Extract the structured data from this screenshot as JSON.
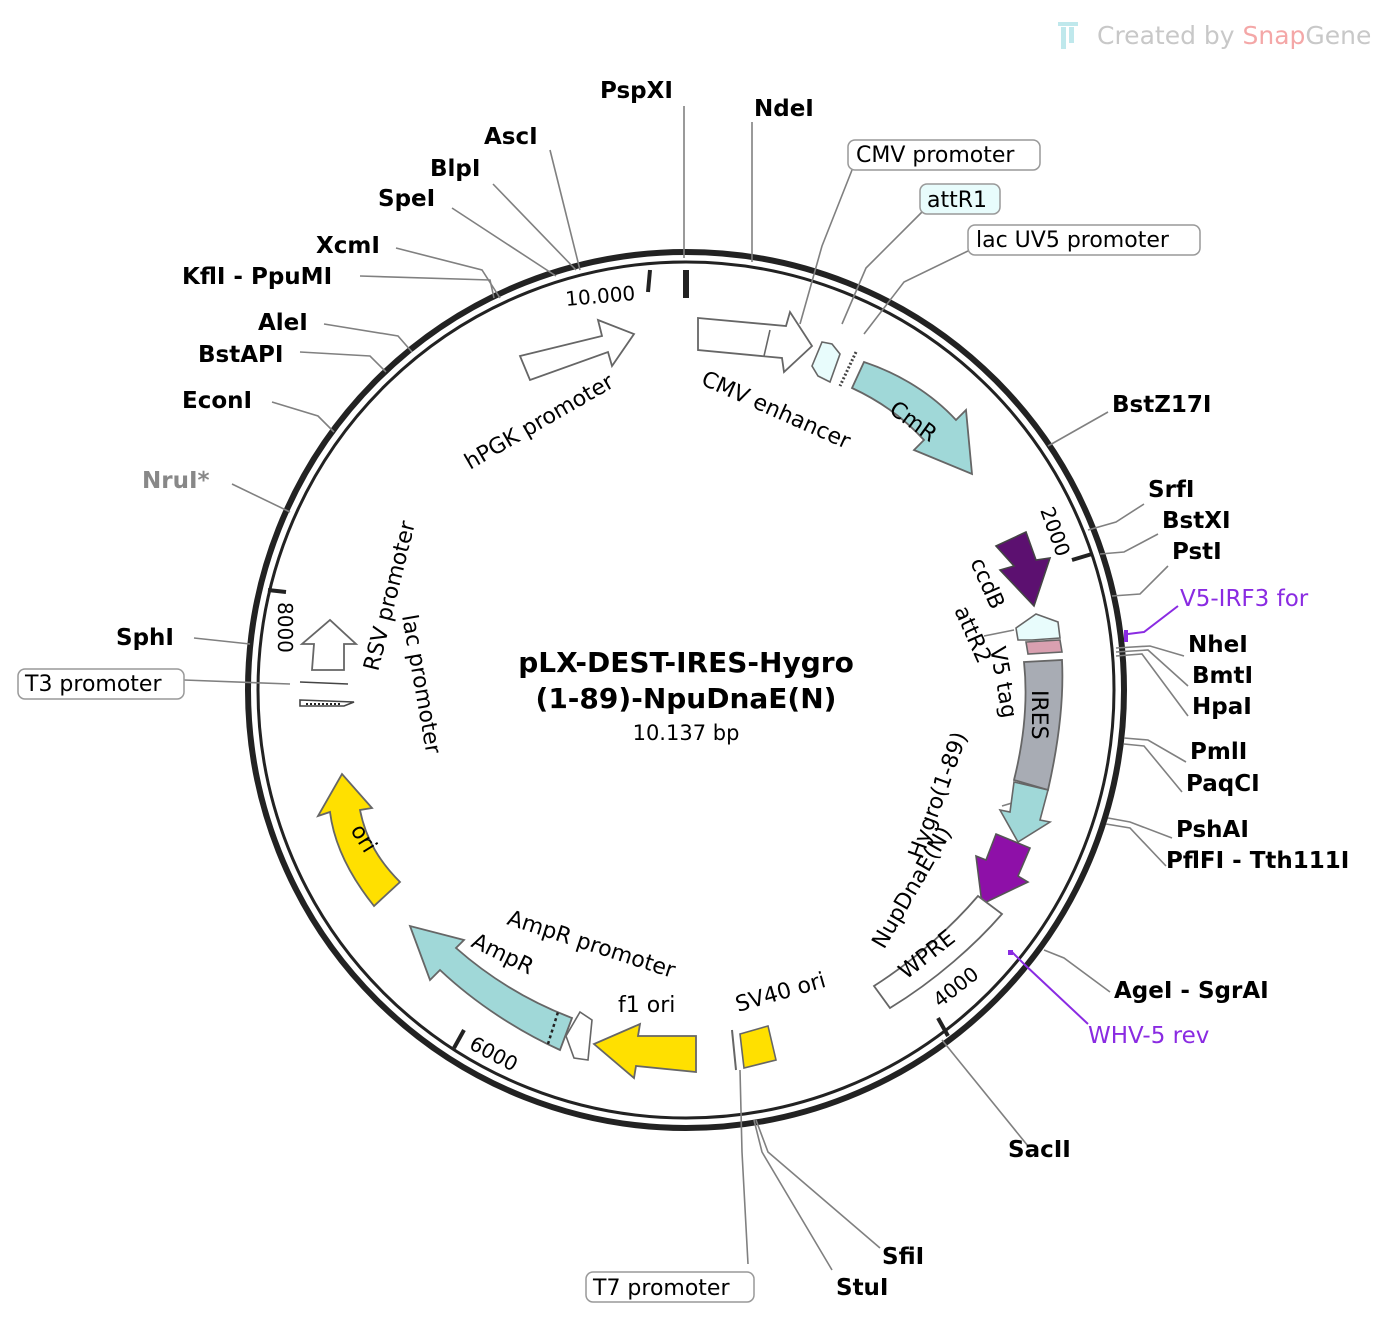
{
  "watermark": {
    "prefix": "Created by ",
    "brand_snap": "Snap",
    "brand_gene": "Gene"
  },
  "plasmid": {
    "name_line1": "pLX-DEST-IRES-Hygro",
    "name_line2": "(1-89)-NpuDnaE(N)",
    "size": "10.137 bp"
  },
  "ticks": {
    "t2000": "2000",
    "t4000": "4000",
    "t6000": "6000",
    "t8000": "8000",
    "t10000": "10.000"
  },
  "sites": {
    "pspxi": "PspXI",
    "ndei": "NdeI",
    "asci": "AscI",
    "blpi": "BlpI",
    "spei": "SpeI",
    "xcmi": "XcmI",
    "kfli": "KflI - PpuMI",
    "alei": "AleI",
    "bstapi": "BstAPI",
    "econi": "EconI",
    "nrui": "NruI*",
    "sphi": "SphI",
    "bstz17i": "BstZ17I",
    "srfi": "SrfI",
    "bstxi": "BstXI",
    "psti": "PstI",
    "nhei": "NheI",
    "bmti": "BmtI",
    "hpai": "HpaI",
    "pmli": "PmlI",
    "paqci": "PaqCI",
    "pshai": "PshAI",
    "pflfi": "PflFI - Tth111I",
    "agei": "AgeI - SgrAI",
    "sacii": "SacII",
    "sfii": "SfiI",
    "stui": "StuI"
  },
  "boxed_features": {
    "cmv_promoter": "CMV promoter",
    "attr1": "attR1",
    "lacuv5": "lac UV5 promoter",
    "t3": "T3 promoter",
    "t7": "T7 promoter"
  },
  "primers": {
    "v5_irf3_for": "V5-IRF3 for",
    "whv5_rev": "WHV-5 rev"
  },
  "features": {
    "hpgk": "hPGK promoter",
    "cmv_enh": "CMV enhancer",
    "cmr": "CmR",
    "ccdb": "ccdB",
    "attr2": "attR2",
    "v5tag": "V5 tag",
    "ires": "IRES",
    "hygro": "Hygro(1-89)",
    "npu": "NupDnaE(N)",
    "wpre": "WPRE",
    "sv40": "SV40 ori",
    "f1": "f1 ori",
    "ampr_prom": "AmpR promoter",
    "ampr": "AmpR",
    "ori": "ori",
    "rsv": "RSV promoter",
    "lac": "lac promoter"
  },
  "colors": {
    "cmr": "#a0d8d8",
    "ccdb": "#5c1070",
    "npu": "#8e10a8",
    "ires": "#a8acb4",
    "ori": "#ffe000",
    "attr": "#e8fcfc",
    "v5": "#d9a0b0",
    "primer": "#8a2be2"
  }
}
